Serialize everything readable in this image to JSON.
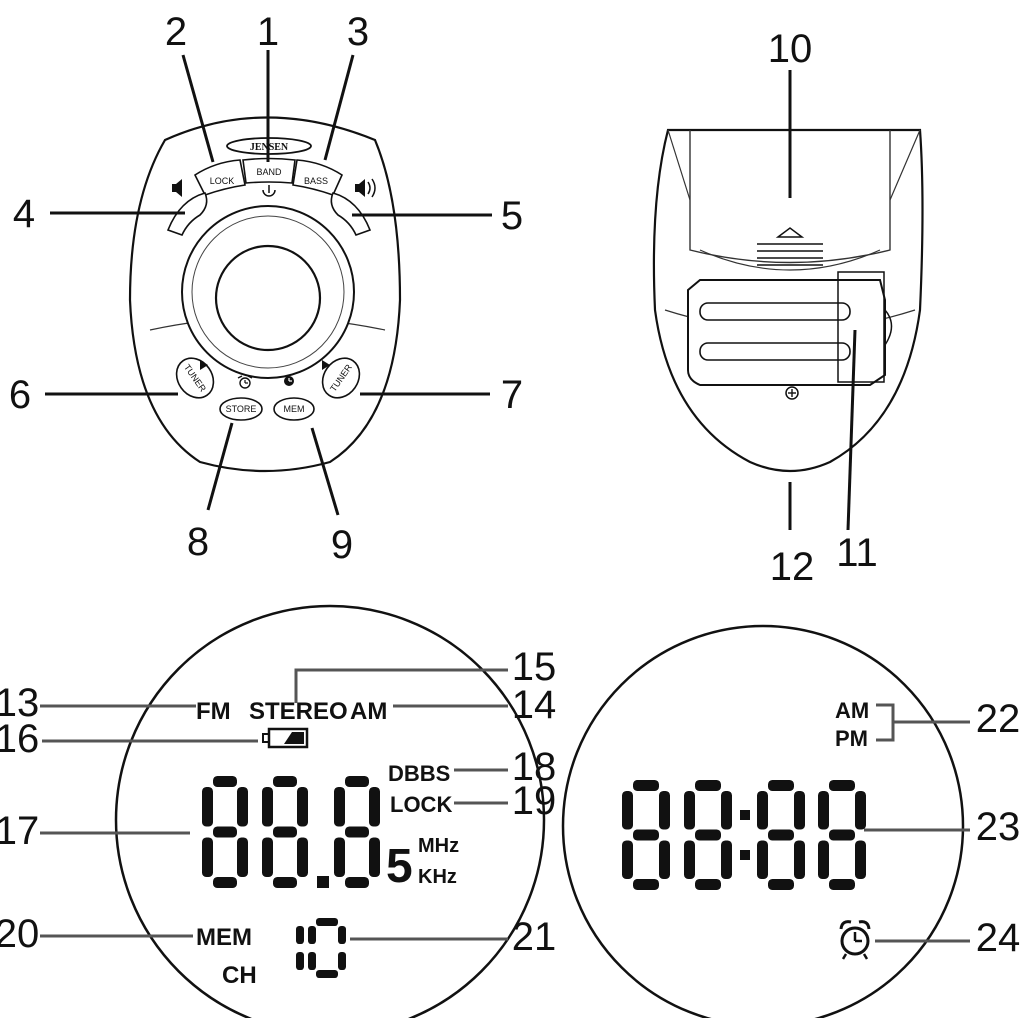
{
  "front_view": {
    "brand": "JENSEN",
    "buttons": {
      "lock": "LOCK",
      "band": "BAND",
      "bass": "BASS",
      "tuner_left": "TUNER",
      "tuner_right": "TUNER",
      "store": "STORE",
      "mem": "MEM"
    },
    "callouts": {
      "c1": "1",
      "c2": "2",
      "c3": "3",
      "c4": "4",
      "c5": "5",
      "c6": "6",
      "c7": "7",
      "c8": "8",
      "c9": "9"
    }
  },
  "back_view": {
    "callouts": {
      "c10": "10",
      "c11": "11",
      "c12": "12"
    }
  },
  "radio_display": {
    "fm": "FM",
    "stereo": "STEREO",
    "am": "AM",
    "dbbs": "DBBS",
    "lock": "LOCK",
    "freq_small_digit": "5",
    "mhz": "MHz",
    "khz": "KHz",
    "mem": "MEM",
    "ch": "CH",
    "callouts": {
      "c13": "13",
      "c14": "14",
      "c15": "15",
      "c16": "16",
      "c17": "17",
      "c18": "18",
      "c19": "19",
      "c20": "20",
      "c21": "21"
    }
  },
  "clock_display": {
    "am": "AM",
    "pm": "PM",
    "callouts": {
      "c22": "22",
      "c23": "23",
      "c24": "24"
    }
  }
}
